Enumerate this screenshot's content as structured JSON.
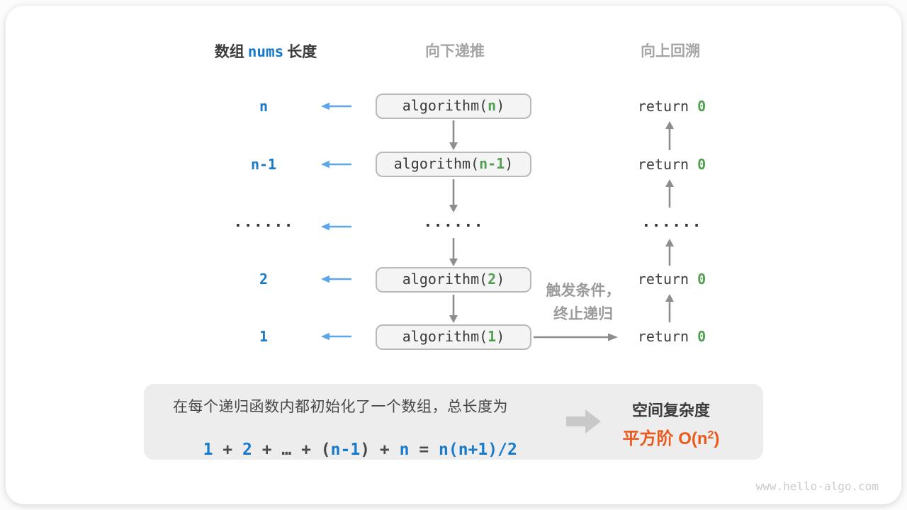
{
  "headers": {
    "left": {
      "prefix": "数组",
      "code": "nums",
      "suffix": "长度"
    },
    "middle": "向下递推",
    "right": "向上回溯"
  },
  "rows": [
    {
      "size": "n",
      "call_fn": "algorithm(",
      "call_arg": "n",
      "call_close": ")",
      "ret_kw": "return ",
      "ret_val": "0"
    },
    {
      "size": "n-1",
      "call_fn": "algorithm(",
      "call_arg": "n-1",
      "call_close": ")",
      "ret_kw": "return ",
      "ret_val": "0"
    },
    {
      "size": "......",
      "mid_dots": "......",
      "ret_dots": "......"
    },
    {
      "size": "2",
      "call_fn": "algorithm(",
      "call_arg": "2",
      "call_close": ")",
      "ret_kw": "return ",
      "ret_val": "0"
    },
    {
      "size": "1",
      "call_fn": "algorithm(",
      "call_arg": "1",
      "call_close": ")",
      "ret_kw": "return ",
      "ret_val": "0"
    }
  ],
  "annotation": {
    "line1": "触发条件，",
    "line2": "终止递归"
  },
  "summary": {
    "line1": "在每个递归函数内都初始化了一个数组，总长度为",
    "formula": [
      {
        "text": "1",
        "color": "blue"
      },
      {
        "text": " + ",
        "color": "dark"
      },
      {
        "text": "2",
        "color": "blue"
      },
      {
        "text": " + ",
        "color": "dark"
      },
      {
        "text": "…",
        "color": "dark"
      },
      {
        "text": " + ",
        "color": "dark"
      },
      {
        "text": "(",
        "color": "dark"
      },
      {
        "text": "n-1",
        "color": "blue"
      },
      {
        "text": ")",
        "color": "dark"
      },
      {
        "text": " + ",
        "color": "dark"
      },
      {
        "text": "n",
        "color": "blue"
      },
      {
        "text": " = ",
        "color": "dark"
      },
      {
        "text": "n(n+1)/2",
        "color": "blue"
      }
    ],
    "result_title": "空间复杂度",
    "result_prefix": "平方阶 O(n",
    "result_sup": "2",
    "result_close": ")"
  },
  "watermark": "www.hello-algo.com",
  "colors": {
    "blue": "#177ACB",
    "light_blue": "#5AA6E8",
    "green": "#54A052",
    "orange": "#EA5A1D",
    "box_fill": "#F4F4F4",
    "panel_fill": "#EDEDED"
  }
}
